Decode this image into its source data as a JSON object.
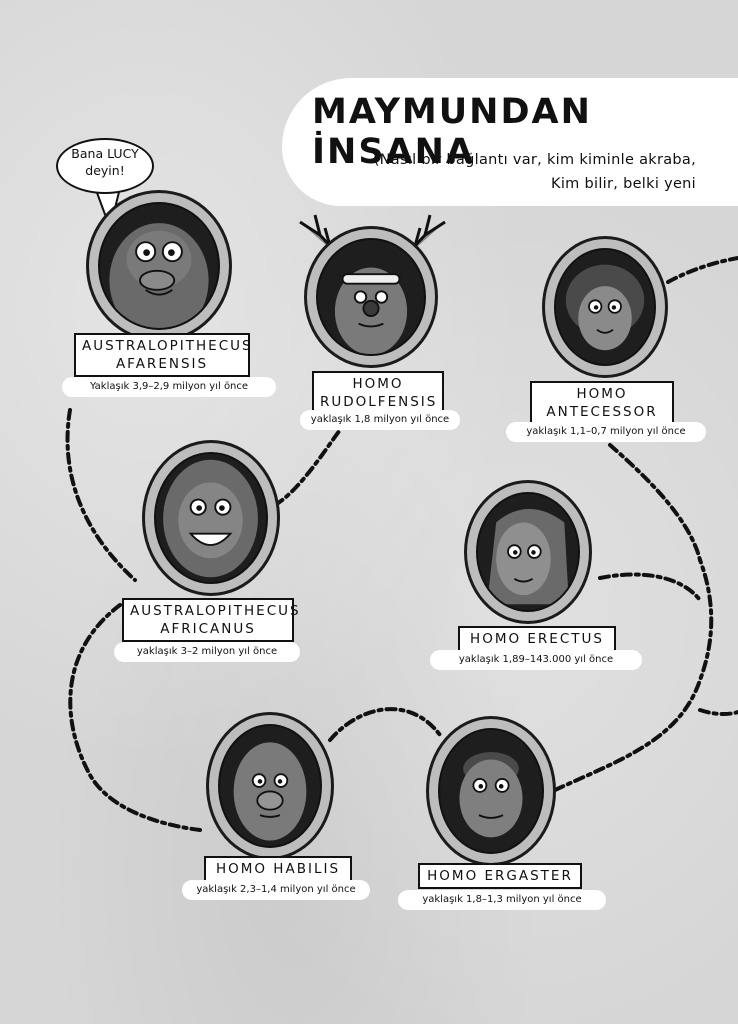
{
  "title": "MAYMUNDAN İNSANA",
  "subtitle": {
    "line1": "(Nasıl bir bağlantı var, kim kiminle akraba,",
    "line2": "Kim bilir, belki yeni"
  },
  "speech_bubble": {
    "line1": "Bana LUCY",
    "line2": "deyin!"
  },
  "species": [
    {
      "id": "afarensis",
      "name_line1": "AUSTRALOPITHECUS",
      "name_line2": "AFARENSIS",
      "date": "Yaklaşık 3,9–2,9 milyon yıl önce"
    },
    {
      "id": "rudolfensis",
      "name_line1": "HOMO",
      "name_line2": "RUDOLFENSIS",
      "date": "yaklaşık 1,8 milyon yıl önce"
    },
    {
      "id": "antecessor",
      "name_line1": "HOMO",
      "name_line2": "ANTECESSOR",
      "date": "yaklaşık 1,1–0,7 milyon yıl önce"
    },
    {
      "id": "africanus",
      "name_line1": "AUSTRALOPITHECUS",
      "name_line2": "AFRICANUS",
      "date": "yaklaşık 3–2 milyon yıl önce"
    },
    {
      "id": "erectus",
      "name_line1": "HOMO ERECTUS",
      "name_line2": "",
      "date": "yaklaşık 1,89–143.000 yıl önce"
    },
    {
      "id": "habilis",
      "name_line1": "HOMO HABILIS",
      "name_line2": "",
      "date": "yaklaşık 2,3–1,4 milyon yıl önce"
    },
    {
      "id": "ergaster",
      "name_line1": "HOMO ERGASTER",
      "name_line2": "",
      "date": "yaklaşık 1,8–1,3 milyon yıl önce"
    }
  ],
  "colors": {
    "background": "#d6d6d6",
    "ink": "#111111",
    "label_bg": "#ffffff",
    "portrait_frame": "#bdbdbd",
    "portrait_inner": "#1e1e1e"
  }
}
